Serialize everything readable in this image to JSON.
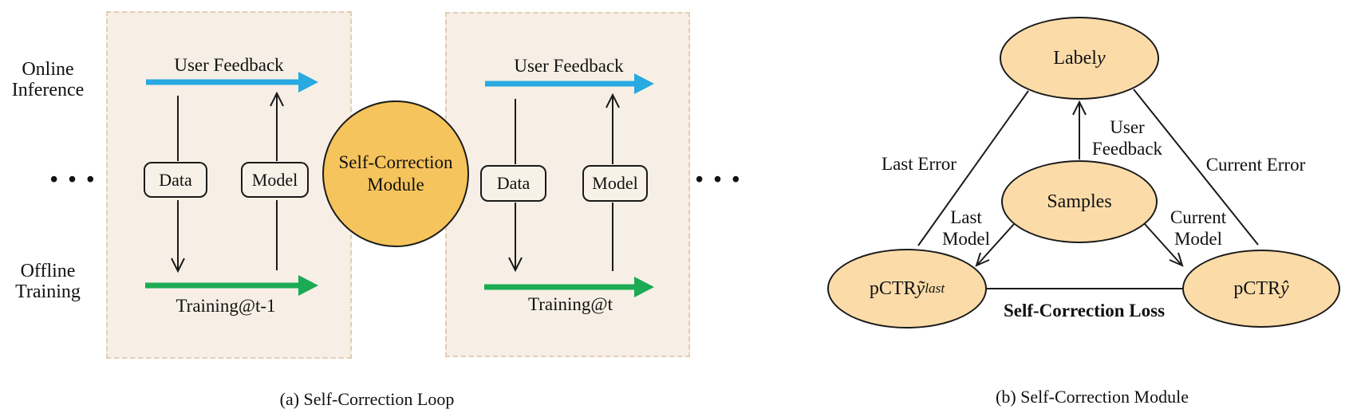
{
  "colors": {
    "blue-arrow": "#29A9E1",
    "green-arrow": "#1BAB54",
    "module-circle": "#F6C45C",
    "node-fill": "#FBDCA9",
    "panel-fill": "#F7EFE5",
    "panel-border": "#E2CDB6",
    "line-black": "#1A1A1A"
  },
  "fig_a": {
    "caption": "(a) Self-Correction Loop",
    "online_label": {
      "line1": "Online",
      "line2": "Inference"
    },
    "offline_label": {
      "line1": "Offline",
      "line2": "Training"
    },
    "ellipsis_left": "• • •",
    "ellipsis_right": "• • •",
    "module": {
      "line1": "Self-Correction",
      "line2": "Module"
    },
    "panels": [
      {
        "user_feedback": "User Feedback",
        "data_box": "Data",
        "model_box": "Model",
        "training": "Training@t-1"
      },
      {
        "user_feedback": "User Feedback",
        "data_box": "Data",
        "model_box": "Model",
        "training": "Training@t"
      }
    ]
  },
  "fig_b": {
    "caption": "(b) Self-Correction Module",
    "nodes": {
      "label_y": {
        "prefix": "Label ",
        "var": "y"
      },
      "samples": "Samples",
      "pctr_last": {
        "prefix": "pCTR ",
        "var": "ỹ",
        "sub": "last"
      },
      "pctr_hat": {
        "prefix": "pCTR ",
        "var": "ŷ"
      }
    },
    "edge_labels": {
      "last_error": "Last Error",
      "current_error": "Current Error",
      "user_feedback": {
        "line1": "User",
        "line2": "Feedback"
      },
      "last_model": {
        "line1": "Last",
        "line2": "Model"
      },
      "current_model": {
        "line1": "Current",
        "line2": "Model"
      },
      "loss": "Self-Correction Loss"
    }
  }
}
